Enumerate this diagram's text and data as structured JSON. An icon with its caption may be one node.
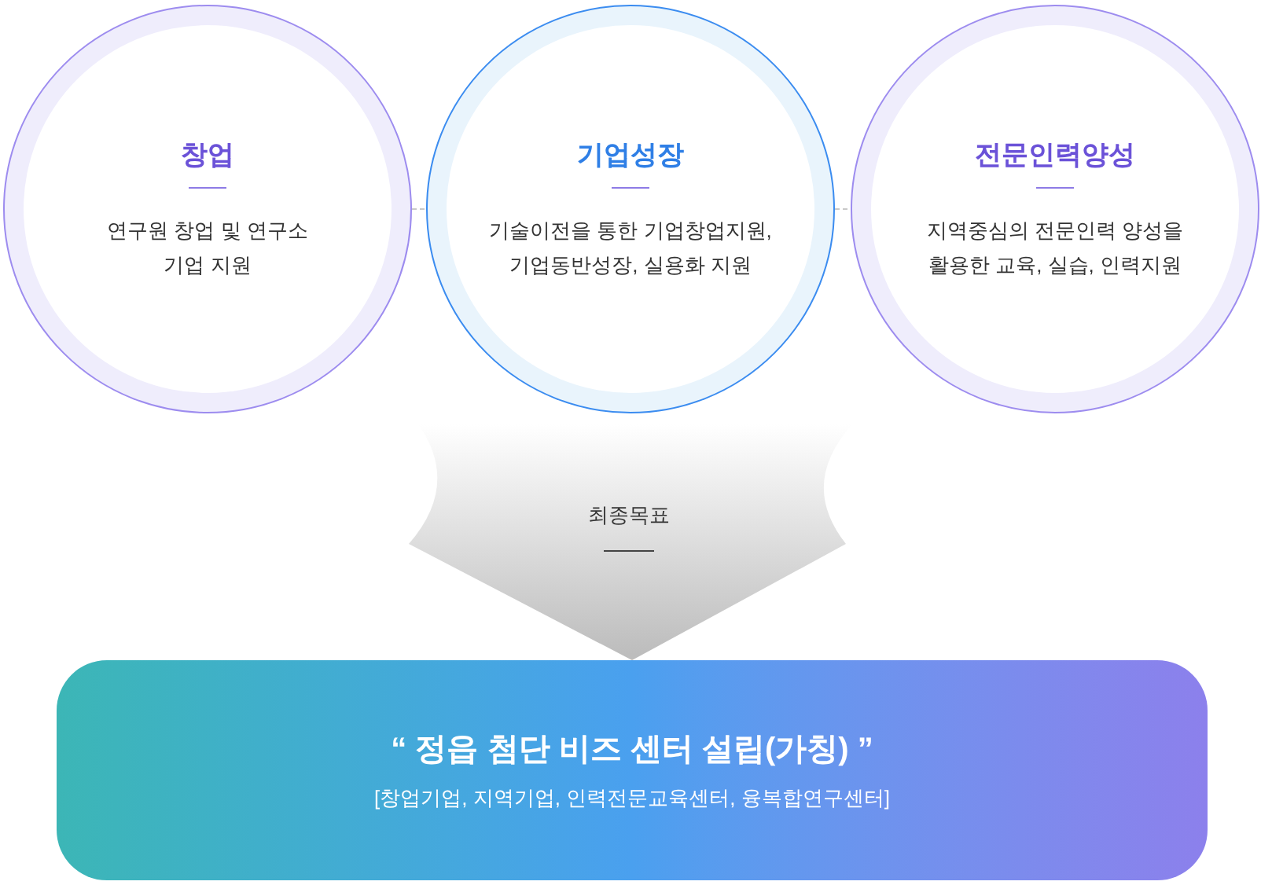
{
  "diagram": {
    "nodes": [
      {
        "text": [
          "창업",
          "연구원 창업 및 연구소 기업 지원"
        ]
      },
      {
        "text": [
          "기업성장",
          "기술이전을 통한 기업창업지원, 기업동반성장, 실용화 지원"
        ]
      },
      {
        "text": [
          "전문인력양성",
          "지역중심의 전문인력 양성을 활용한 교육, 실습, 인력지원"
        ]
      },
      {
        "text": [
          "“ 정읍 첨단 비즈 센터 설립(가칭) ”",
          "[창업기업, 지역기업, 인력전문교육센터, 융복합연구센터]"
        ]
      }
    ],
    "edges": [
      {
        "from": 0,
        "to": 1,
        "arrow": "none",
        "style": "dashed"
      },
      {
        "from": 1,
        "to": 2,
        "arrow": "none",
        "style": "dashed"
      },
      {
        "from": null,
        "to": 3,
        "arrow": "to",
        "label": "최종목표"
      }
    ]
  }
}
